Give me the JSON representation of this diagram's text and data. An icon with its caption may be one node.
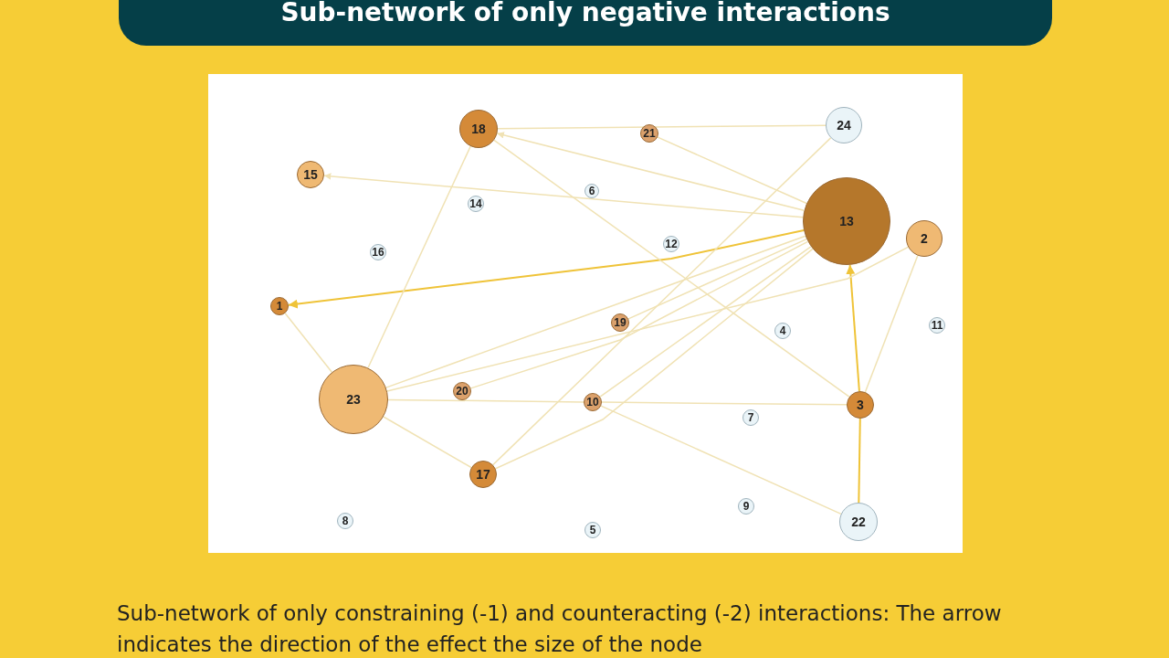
{
  "diagram": {
    "title": "Sub-network of only negative interactions",
    "caption": "Sub-network of only constraining (-1) and counteracting (-2) interactions: The arrow indicates the direction of the effect the size of the node",
    "nodes": [
      {
        "text": [
          "18"
        ]
      },
      {
        "text": [
          "21"
        ]
      },
      {
        "text": [
          "24"
        ]
      },
      {
        "text": [
          "15"
        ]
      },
      {
        "text": [
          "6"
        ]
      },
      {
        "text": [
          "14"
        ]
      },
      {
        "text": [
          "13"
        ]
      },
      {
        "text": [
          "2"
        ]
      },
      {
        "text": [
          "12"
        ]
      },
      {
        "text": [
          "16"
        ]
      },
      {
        "text": [
          "1"
        ]
      },
      {
        "text": [
          "19"
        ]
      },
      {
        "text": [
          "11"
        ]
      },
      {
        "text": [
          "4"
        ]
      },
      {
        "text": [
          "20"
        ]
      },
      {
        "text": [
          "23"
        ]
      },
      {
        "text": [
          "10"
        ]
      },
      {
        "text": [
          "3"
        ]
      },
      {
        "text": [
          "7"
        ]
      },
      {
        "text": [
          "17"
        ]
      },
      {
        "text": [
          "9"
        ]
      },
      {
        "text": [
          "8"
        ]
      },
      {
        "text": [
          "22"
        ]
      },
      {
        "text": [
          "5"
        ]
      }
    ],
    "edges": [
      {
        "from": 6,
        "to": 0,
        "arrow": "to"
      },
      {
        "from": 6,
        "to": 3,
        "arrow": "to"
      },
      {
        "from": 6,
        "to": 10,
        "arrow": "to",
        "color": "#efc338"
      },
      {
        "from": 17,
        "to": 6,
        "arrow": "to",
        "color": "#efc338"
      },
      {
        "from": 2,
        "to": 0,
        "arrow": "none"
      },
      {
        "from": 1,
        "to": 6,
        "arrow": "none"
      },
      {
        "from": 0,
        "to": 17,
        "arrow": "none"
      },
      {
        "from": 0,
        "to": 15,
        "arrow": "none"
      },
      {
        "from": 10,
        "to": 15,
        "arrow": "none"
      },
      {
        "from": 15,
        "to": 6,
        "arrow": "none"
      },
      {
        "from": 15,
        "to": 7,
        "arrow": "none"
      },
      {
        "from": 14,
        "to": 6,
        "arrow": "none"
      },
      {
        "from": 11,
        "to": 6,
        "arrow": "none"
      },
      {
        "from": 15,
        "to": 19,
        "arrow": "none"
      },
      {
        "from": 15,
        "to": 16,
        "arrow": "none"
      },
      {
        "from": 16,
        "to": 17,
        "arrow": "none"
      },
      {
        "from": 16,
        "to": 6,
        "arrow": "none"
      },
      {
        "from": 19,
        "to": 2,
        "arrow": "none"
      },
      {
        "from": 19,
        "to": 6,
        "arrow": "none"
      },
      {
        "from": 16,
        "to": 22,
        "arrow": "none"
      },
      {
        "from": 7,
        "to": 17,
        "arrow": "none"
      },
      {
        "from": 22,
        "to": 17,
        "arrow": "none",
        "color": "#efc338"
      }
    ]
  }
}
